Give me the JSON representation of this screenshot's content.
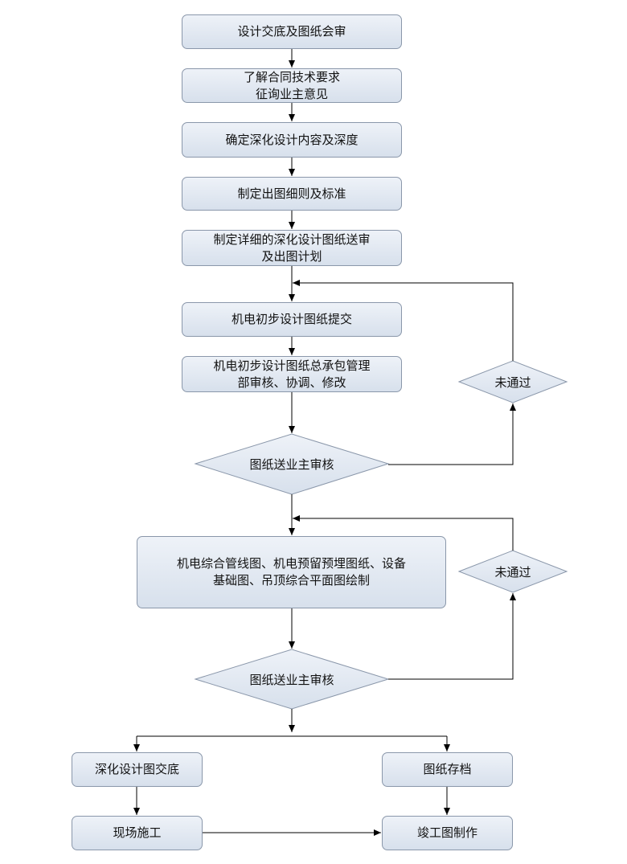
{
  "steps": {
    "s1": "设计交底及图纸会审",
    "s2_line1": "了解合同技术要求",
    "s2_line2": "征询业主意见",
    "s3": "确定深化设计内容及深度",
    "s4": "制定出图细则及标准",
    "s5_line1": "制定详细的深化设计图纸送审",
    "s5_line2": "及出图计划",
    "s6": "机电初步设计图纸提交",
    "s7_line1": "机电初步设计图纸总承包管理",
    "s7_line2": "部审核、协调、修改",
    "s8_line1": "机电综合管线图、机电预留预埋图纸、设备",
    "s8_line2": "基础图、吊顶综合平面图绘制",
    "left_a": "深化设计图交底",
    "left_b": "现场施工",
    "right_a": "图纸存档",
    "right_b": "竣工图制作"
  },
  "decisions": {
    "review1": "图纸送业主审核",
    "review2": "图纸送业主审核",
    "reject1": "未通过",
    "reject2": "未通过"
  },
  "colors": {
    "line": "#000000",
    "border": "#8a97aa",
    "fill_top": "#eef2f8",
    "fill_bottom": "#d7e0ec"
  }
}
